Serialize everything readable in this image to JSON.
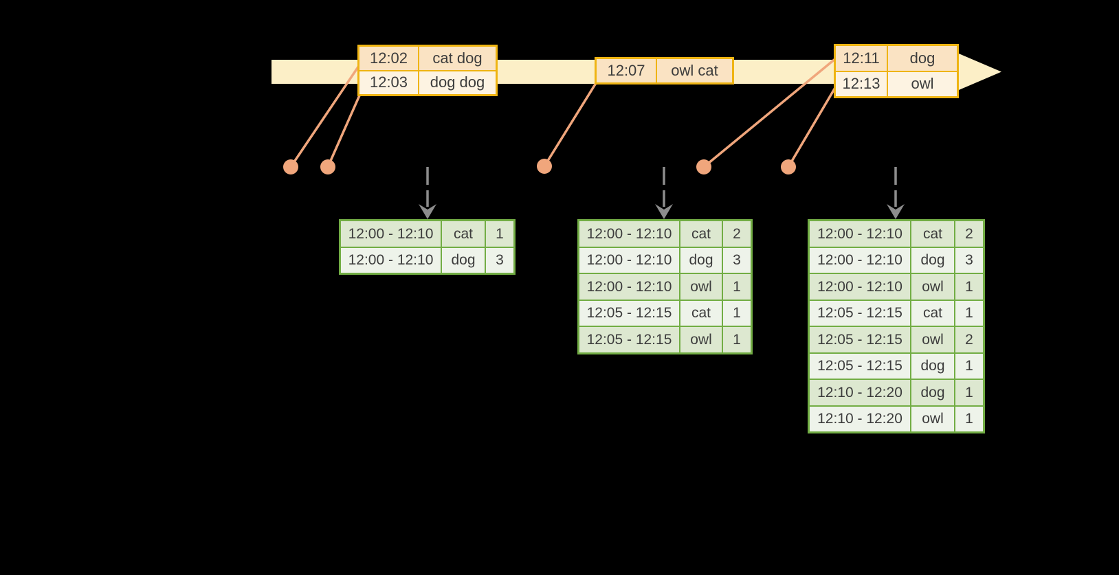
{
  "colors": {
    "background": "#000000",
    "band": "#fcefc7",
    "gold_border": "#efb412",
    "peach_row": "#fae3c3",
    "cream_row": "#fdf3e2",
    "salmon": "#f0a67c",
    "green_border": "#72ad44",
    "sage_row": "#dde8d0",
    "pale_row": "#eef3ea",
    "arrow_gray": "#8d8d8d",
    "text": "#3c3c3c"
  },
  "timeline": {
    "events": [
      {
        "time": "12:02",
        "words": "cat dog"
      },
      {
        "time": "12:03",
        "words": "dog dog"
      },
      {
        "time": "12:07",
        "words": "owl cat"
      },
      {
        "time": "12:11",
        "words": "dog"
      },
      {
        "time": "12:13",
        "words": "owl"
      }
    ]
  },
  "event_tables": [
    {
      "rows": [
        [
          "12:02",
          "cat dog"
        ],
        [
          "12:03",
          "dog dog"
        ]
      ]
    },
    {
      "rows": [
        [
          "12:07",
          "owl cat"
        ]
      ]
    },
    {
      "rows": [
        [
          "12:11",
          "dog"
        ],
        [
          "12:13",
          "owl"
        ]
      ]
    }
  ],
  "result_tables": [
    {
      "rows": [
        [
          "12:00 - 12:10",
          "cat",
          "1"
        ],
        [
          "12:00 - 12:10",
          "dog",
          "3"
        ]
      ]
    },
    {
      "rows": [
        [
          "12:00 - 12:10",
          "cat",
          "2"
        ],
        [
          "12:00 - 12:10",
          "dog",
          "3"
        ],
        [
          "12:00 - 12:10",
          "owl",
          "1"
        ],
        [
          "12:05 - 12:15",
          "cat",
          "1"
        ],
        [
          "12:05 - 12:15",
          "owl",
          "1"
        ]
      ]
    },
    {
      "rows": [
        [
          "12:00 - 12:10",
          "cat",
          "2"
        ],
        [
          "12:00 - 12:10",
          "dog",
          "3"
        ],
        [
          "12:00 - 12:10",
          "owl",
          "1"
        ],
        [
          "12:05 - 12:15",
          "cat",
          "1"
        ],
        [
          "12:05 - 12:15",
          "owl",
          "2"
        ],
        [
          "12:05 - 12:15",
          "dog",
          "1"
        ],
        [
          "12:10 - 12:20",
          "dog",
          "1"
        ],
        [
          "12:10 - 12:20",
          "owl",
          "1"
        ]
      ]
    }
  ]
}
